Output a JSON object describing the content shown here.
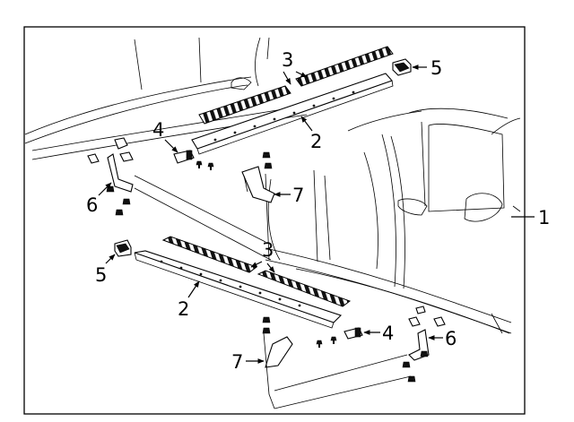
{
  "callouts": {
    "c1": "1",
    "c2_top": "2",
    "c2_bottom": "2",
    "c3_top": "3",
    "c3_bottom": "3",
    "c4_top": "4",
    "c4_bottom": "4",
    "c5_top": "5",
    "c5_bottom": "5",
    "c6_left": "6",
    "c6_right": "6",
    "c7_top": "7",
    "c7_bottom": "7"
  }
}
